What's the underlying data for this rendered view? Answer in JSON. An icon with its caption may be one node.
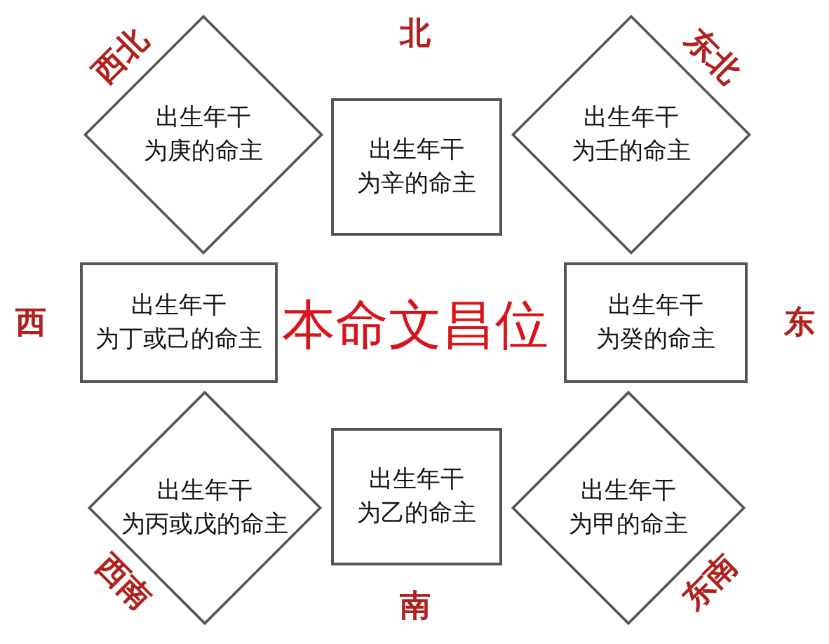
{
  "diagram": {
    "title": "本命文昌位",
    "nodes": [
      {
        "text": [
          "出生年干",
          "为庚的命主"
        ]
      },
      {
        "text": [
          "出生年干",
          "为辛的命主"
        ]
      },
      {
        "text": [
          "出生年干",
          "为壬的命主"
        ]
      },
      {
        "text": [
          "出生年干",
          "为丁或己的命主"
        ]
      },
      {
        "text": [
          "出生年干",
          "为癸的命主"
        ]
      },
      {
        "text": [
          "出生年干",
          "为丙或戊的命主"
        ]
      },
      {
        "text": [
          "出生年干",
          "为乙的命主"
        ]
      },
      {
        "text": [
          "出生年干",
          "为甲的命主"
        ]
      }
    ],
    "labels": [
      "西北",
      "北",
      "东北",
      "西",
      "东",
      "西南",
      "南",
      "东南"
    ]
  }
}
